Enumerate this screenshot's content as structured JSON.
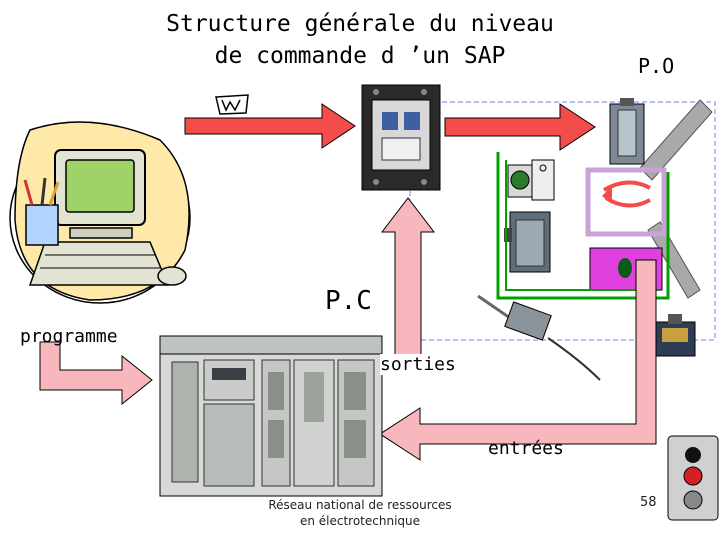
{
  "title": {
    "line1": "Structure générale du niveau",
    "line2": "de commande d ’un SAP"
  },
  "labels": {
    "po": "P.O",
    "pc": "P.C",
    "programme": "programme",
    "sorties": "sorties",
    "entrees": "entrées"
  },
  "footer": {
    "line1": "Réseau national de ressources",
    "line2": "en électrotechnique"
  },
  "page_number": "58",
  "colors": {
    "arrow_red": "#f44b4b",
    "arrow_pink": "#f7b7bd",
    "operative_green": "#00a000",
    "operative_dashed": "#7a7aff",
    "magenta_box": "#e040e0",
    "lavender_frame": "#c9a3d8"
  },
  "icons": [
    "computer-icon",
    "plc-icon",
    "contactor-icon",
    "motor-icon",
    "actuator-icon",
    "sensor-icon",
    "pushbutton-station-icon",
    "limit-switch-icon",
    "program-sheet-icon"
  ]
}
